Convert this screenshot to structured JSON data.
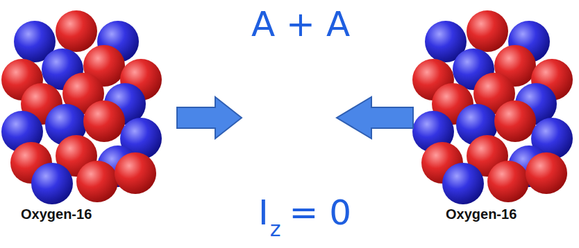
{
  "diagram": {
    "labels": [
      "A + A",
      "Oxygen-16",
      "Oxygen-16",
      "I",
      "z",
      "= 0"
    ]
  }
}
